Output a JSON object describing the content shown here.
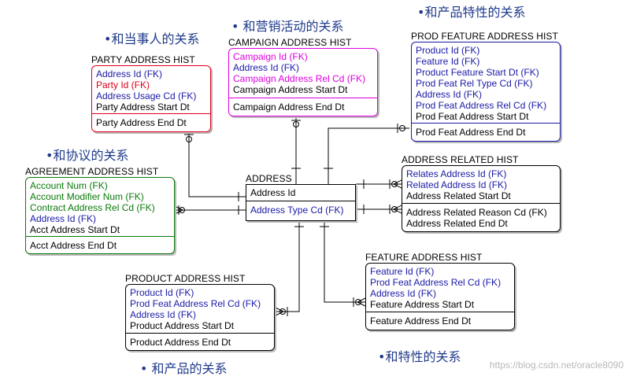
{
  "entities": {
    "party": {
      "title": "PARTY ADDRESS HIST",
      "border_color": "#e0001a",
      "pk": [
        {
          "text": "Address Id (FK)",
          "color": "#1a1aa6"
        },
        {
          "text": "Party Id (FK)",
          "color": "#e0001a"
        },
        {
          "text": "Address Usage Cd (FK)",
          "color": "#1a1aa6"
        },
        {
          "text": "Party Address Start Dt",
          "color": "#000000"
        }
      ],
      "nonkey": [
        {
          "text": "Party Address End Dt",
          "color": "#000000"
        }
      ]
    },
    "campaign": {
      "title": "CAMPAIGN ADDRESS HIST",
      "border_color": "#e000e0",
      "pk": [
        {
          "text": "Campaign Id (FK)",
          "color": "#e000e0"
        },
        {
          "text": "Address Id (FK)",
          "color": "#1a1aa6"
        },
        {
          "text": "Campaign Address Rel Cd (FK)",
          "color": "#e000e0"
        },
        {
          "text": "Campaign Address Start Dt",
          "color": "#000000"
        }
      ],
      "nonkey": [
        {
          "text": "Campaign Address End Dt",
          "color": "#000000"
        }
      ]
    },
    "prod_feature": {
      "title": "PROD FEATURE ADDRESS HIST",
      "border_color": "#1a1aa6",
      "pk": [
        {
          "text": "Product Id (FK)",
          "color": "#1a1aa6"
        },
        {
          "text": "Feature Id (FK)",
          "color": "#1a1aa6"
        },
        {
          "text": "Product Feature Start Dt (FK)",
          "color": "#1a1aa6"
        },
        {
          "text": "Prod Feat Rel Type Cd (FK)",
          "color": "#1a1aa6"
        },
        {
          "text": "Address Id (FK)",
          "color": "#1a1aa6"
        },
        {
          "text": "Prod Feat Address Rel Cd (FK)",
          "color": "#1a1aa6"
        },
        {
          "text": "Prod Feat Address Start Dt",
          "color": "#000000"
        }
      ],
      "nonkey": [
        {
          "text": "Prod Feat Address End Dt",
          "color": "#000000"
        }
      ]
    },
    "agreement": {
      "title": "AGREEMENT ADDRESS HIST",
      "border_color": "#0a7a0a",
      "pk": [
        {
          "text": "Account Num (FK)",
          "color": "#0a7a0a"
        },
        {
          "text": "Account Modifier Num (FK)",
          "color": "#0a7a0a"
        },
        {
          "text": "Contract Address Rel Cd (FK)",
          "color": "#0a7a0a"
        },
        {
          "text": "Address Id (FK)",
          "color": "#1a1aa6"
        },
        {
          "text": "Acct Address Start Dt",
          "color": "#000000"
        }
      ],
      "nonkey": [
        {
          "text": "Acct Address End Dt",
          "color": "#000000"
        }
      ]
    },
    "address": {
      "title": "ADDRESS",
      "border_color": "#000000",
      "pk": [
        {
          "text": "Address Id",
          "color": "#000000"
        }
      ],
      "nonkey": [
        {
          "text": "Address Type Cd (FK)",
          "color": "#1a1aa6"
        }
      ]
    },
    "address_related": {
      "title": "ADDRESS RELATED HIST",
      "border_color": "#000000",
      "pk": [
        {
          "text": "Relates Address Id (FK)",
          "color": "#1a1aa6"
        },
        {
          "text": "Related Address Id (FK)",
          "color": "#1a1aa6"
        },
        {
          "text": "Address Related Start Dt",
          "color": "#000000"
        }
      ],
      "nonkey": [
        {
          "text": "Address Related Reason Cd (FK)",
          "color": "#000000"
        },
        {
          "text": "Address Related End Dt",
          "color": "#000000"
        }
      ]
    },
    "feature": {
      "title": "FEATURE ADDRESS HIST",
      "border_color": "#000000",
      "pk": [
        {
          "text": "Feature Id (FK)",
          "color": "#1a1aa6"
        },
        {
          "text": "Prod Feat Address Rel Cd (FK)",
          "color": "#1a1aa6"
        },
        {
          "text": "Address Id (FK)",
          "color": "#1a1aa6"
        },
        {
          "text": "Feature Address Start Dt",
          "color": "#000000"
        }
      ],
      "nonkey": [
        {
          "text": "Feature Address End Dt",
          "color": "#000000"
        }
      ]
    },
    "product": {
      "title": "PRODUCT ADDRESS HIST",
      "border_color": "#000000",
      "pk": [
        {
          "text": "Product Id (FK)",
          "color": "#1a1aa6"
        },
        {
          "text": "Prod Feat Address Rel Cd (FK)",
          "color": "#1a1aa6"
        },
        {
          "text": "Address Id (FK)",
          "color": "#1a1aa6"
        },
        {
          "text": "Product Address Start Dt",
          "color": "#000000"
        }
      ],
      "nonkey": [
        {
          "text": "Product Address End Dt",
          "color": "#000000"
        }
      ]
    }
  },
  "notes": {
    "party": "•和当事人的关系",
    "campaign": "• 和营销活动的关系",
    "prod_feature": "•和产品特性的关系",
    "agreement": "•和协议的关系",
    "product": "• 和产品的关系",
    "feature": "•和特性的关系"
  },
  "watermark": "https://blog.csdn.net/oracle8090",
  "colors": {
    "fk_blue": "#1a1aa6",
    "party_red": "#e0001a",
    "campaign_magenta": "#e000e0",
    "agreement_green": "#0a7a0a",
    "note_blue": "#1f3a8a"
  }
}
